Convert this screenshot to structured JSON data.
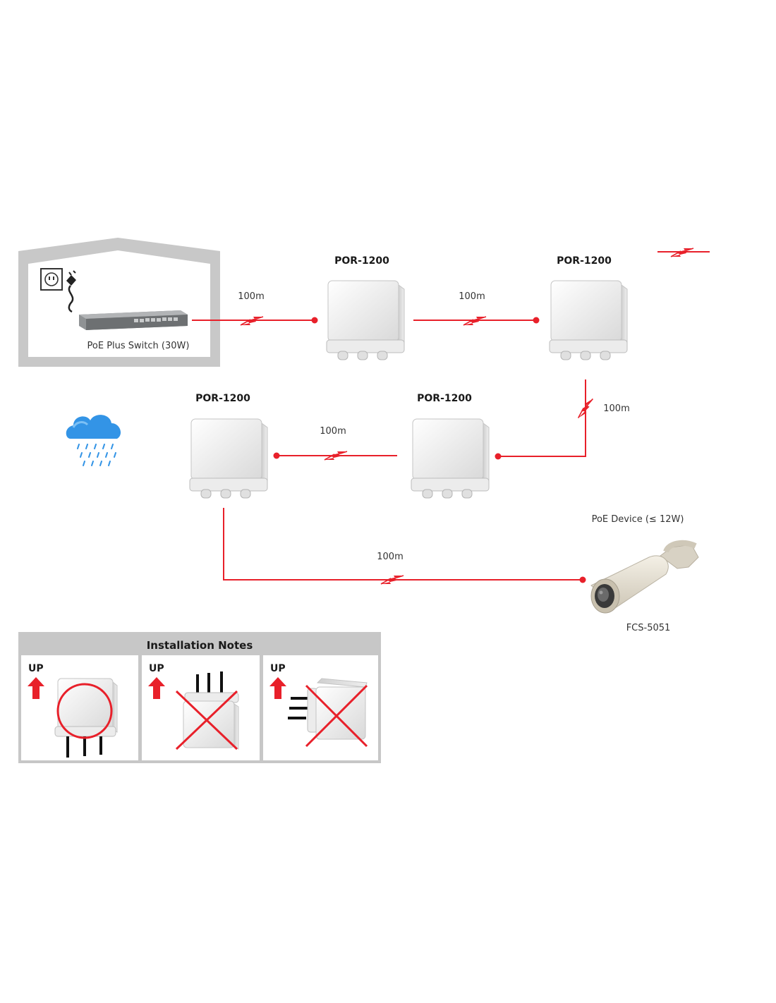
{
  "colors": {
    "link_red": "#e8202a",
    "house_gray": "#c8c8c8",
    "notes_header_gray": "#c7c7c7",
    "cloud_blue": "#2f8fe0"
  },
  "switch": {
    "label": "PoE Plus Switch (30W)",
    "icons": [
      "power-outlet-icon",
      "power-plug-icon"
    ]
  },
  "repeaters": [
    {
      "label": "POR-1200"
    },
    {
      "label": "POR-1200"
    },
    {
      "label": "POR-1200"
    },
    {
      "label": "POR-1200"
    }
  ],
  "links": [
    {
      "distance": "100m"
    },
    {
      "distance": "100m"
    },
    {
      "distance": "100m"
    },
    {
      "distance": "100m"
    },
    {
      "distance": "100m"
    }
  ],
  "device": {
    "caption": "PoE Device (≤ 12W)",
    "model": "FCS-5051"
  },
  "weather_icon": "rain-cloud-icon",
  "installation_notes": {
    "title": "Installation Notes",
    "panels": [
      {
        "up_label": "UP",
        "status": "correct"
      },
      {
        "up_label": "UP",
        "status": "incorrect"
      },
      {
        "up_label": "UP",
        "status": "incorrect"
      }
    ]
  }
}
